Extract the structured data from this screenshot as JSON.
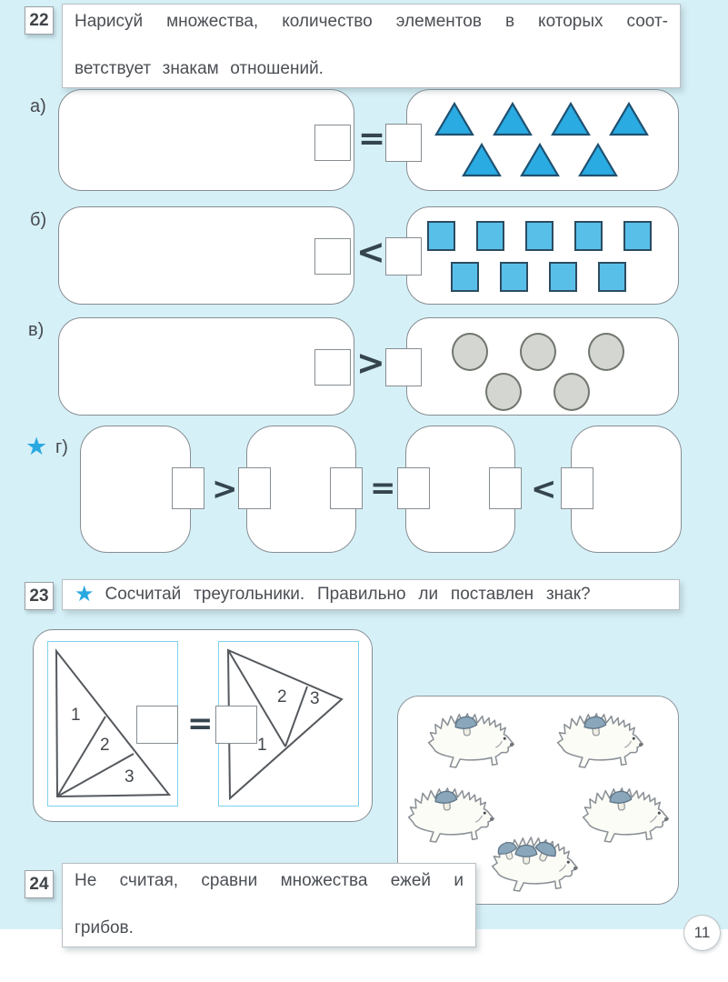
{
  "page": {
    "number": "11",
    "background_color": "#d6f0f7",
    "accent_blue": "#2aa9e1"
  },
  "task22": {
    "number": "22",
    "instruction_line1": "Нарисуй множества, количество элементов в которых соот-",
    "instruction_line2": "ветствует знакам отношений.",
    "rows": {
      "a": {
        "label": "а)",
        "sign": "=",
        "shape": "triangle",
        "shape_color": "#2aabe2",
        "count": 7,
        "arrangement": "4+3"
      },
      "b": {
        "label": "б)",
        "sign": "<",
        "shape": "square",
        "shape_color": "#58bfe9",
        "count": 9,
        "arrangement": "5+4"
      },
      "v": {
        "label": "в)",
        "sign": ">",
        "shape": "circle",
        "shape_color": "#d4d6d2",
        "count": 5,
        "arrangement": "3+2"
      },
      "g": {
        "label": "г)",
        "star_icon": "★",
        "signs": [
          ">",
          "=",
          "<"
        ],
        "empty_boxes": 4
      }
    }
  },
  "task23": {
    "number": "23",
    "star_icon": "★",
    "instruction": "Сосчитай треугольники. Правильно ли поставлен знак?",
    "figure": {
      "sign": "=",
      "left_labels": {
        "r1": "1",
        "r2": "2",
        "r3": "3"
      },
      "right_labels": {
        "r1": "1",
        "r2": "2",
        "r3": "3"
      }
    }
  },
  "task24": {
    "number": "24",
    "instruction_line1": "Не считая, сравни множества ежей и",
    "instruction_line2": "грибов.",
    "illustration": {
      "hedgehog_count": 5,
      "mushroom_count": 7,
      "mushroom_cap_color": "#8aa6ba"
    }
  }
}
